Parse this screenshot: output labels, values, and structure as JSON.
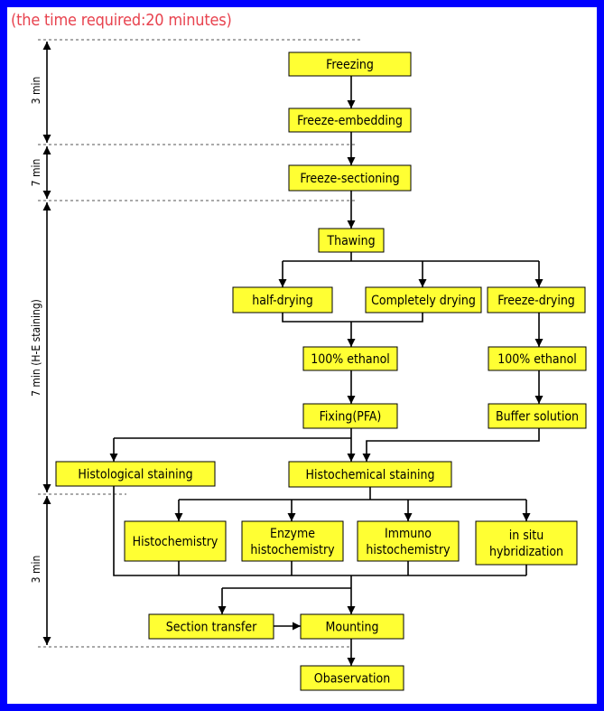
{
  "title": "(the time required:20 minutes)",
  "timeline": [
    {
      "id": "t1",
      "label": "3 min"
    },
    {
      "id": "t2",
      "label": "7 min"
    },
    {
      "id": "t3",
      "label": "7 min (H-E staining)"
    },
    {
      "id": "t4",
      "label": "3 min"
    }
  ],
  "nodes": {
    "freezing": [
      "Freezing"
    ],
    "freeze_embedding": [
      "Freeze-embedding"
    ],
    "freeze_sectioning": [
      "Freeze-sectioning"
    ],
    "thawing": [
      "Thawing"
    ],
    "half_drying": [
      "half-drying"
    ],
    "completely_drying": [
      "Completely drying"
    ],
    "freeze_drying": [
      "Freeze-drying"
    ],
    "ethanol_left": [
      "100% ethanol"
    ],
    "ethanol_right": [
      "100% ethanol"
    ],
    "fixing": [
      "Fixing(PFA)"
    ],
    "buffer": [
      "Buffer solution"
    ],
    "histological": [
      "Histological staining"
    ],
    "histochemical": [
      "Histochemical staining"
    ],
    "histochemistry": [
      "Histochemistry"
    ],
    "enzyme": [
      "Enzyme",
      "histochemistry"
    ],
    "immuno": [
      "Immuno",
      "histochemistry"
    ],
    "insitu": [
      "in situ",
      "hybridization"
    ],
    "section_transfer": [
      "Section transfer"
    ],
    "mounting": [
      "Mounting"
    ],
    "observation": [
      "Obaservation"
    ]
  }
}
